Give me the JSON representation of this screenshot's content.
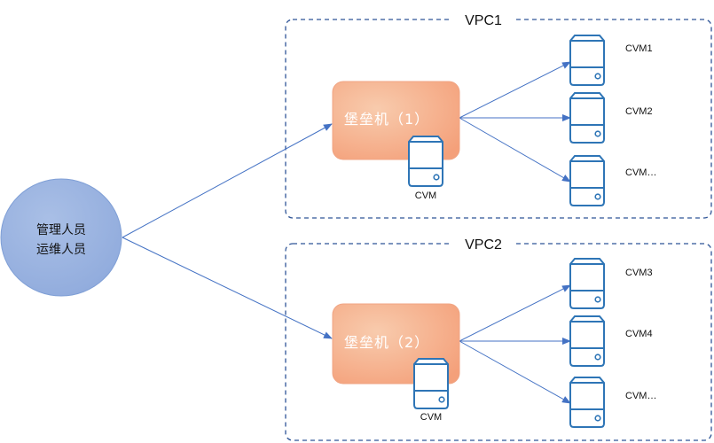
{
  "admin": {
    "line1": "管理人员",
    "line2": "运维人员"
  },
  "vpcs": [
    {
      "title": "VPC1",
      "bastion": {
        "label": "堡垒机（1）",
        "server_label": "CVM"
      },
      "servers": [
        "CVM1",
        "CVM2",
        "CVM…"
      ]
    },
    {
      "title": "VPC2",
      "bastion": {
        "label": "堡垒机（2）",
        "server_label": "CVM"
      },
      "servers": [
        "CVM3",
        "CVM4",
        "CVM…"
      ]
    }
  ],
  "colors": {
    "line": "#4472c4",
    "vpc_border": "#2f5597",
    "admin_fill": "#8faadc",
    "bastion_fill_light": "#f8cbad",
    "bastion_fill_dark": "#f4a07a",
    "server_fill": "#ffffff",
    "server_stroke": "#2e75b6"
  },
  "icons": {
    "server": "server-icon",
    "arrow": "arrow-head"
  }
}
